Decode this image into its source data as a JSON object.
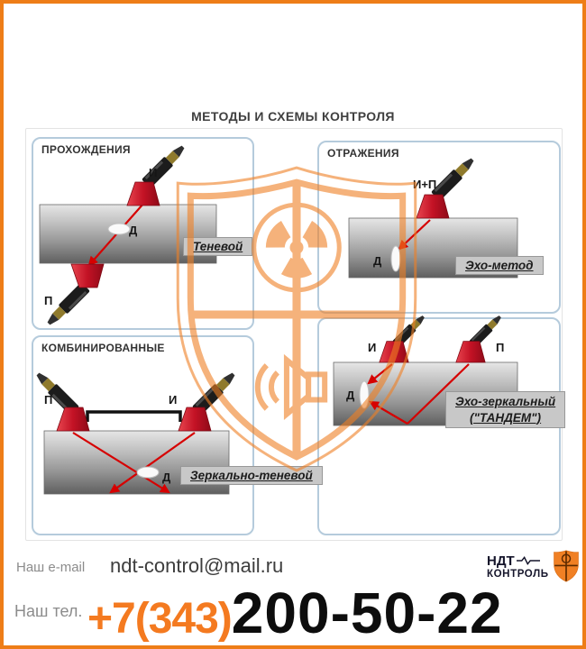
{
  "page": {
    "title": "МЕТОДЫ И СХЕМЫ КОНТРОЛЯ"
  },
  "panels": {
    "transmission": {
      "title": "ПРОХОЖДЕНИЯ",
      "method": "Теневой",
      "emitter": "И",
      "receiver": "П",
      "defect": "Д"
    },
    "reflection": {
      "title": "ОТРАЖЕНИЯ",
      "method": "Эхо-метод",
      "transducer": "И+П",
      "defect": "Д"
    },
    "combined": {
      "title": "КОМБИНИРОВАННЫЕ",
      "method": "Зеркально-теневой",
      "emitter": "И",
      "receiver": "П",
      "defect": "Д"
    },
    "tandem": {
      "method_line1": "Эхо-зеркальный",
      "method_line2": "(\"ТАНДЕМ\")",
      "emitter": "И",
      "receiver": "П",
      "defect": "Д"
    }
  },
  "footer": {
    "email_label": "Наш e-mail",
    "email": "ndt-control@mail.ru",
    "phone_label": "Наш тел.",
    "phone_area": "+7(343)",
    "phone_number": "200-50-22",
    "brand_line1": "НДТ",
    "brand_line2": "КОНТРОЛЬ"
  },
  "icons": {
    "watermark": "ndt-shield-watermark",
    "radiation": "radiation-trefoil-icon",
    "speaker": "ultrasound-speaker-icon",
    "brand_shield": "ndt-shield-logo-icon",
    "pulse": "ecg-pulse-icon"
  },
  "colors": {
    "border_orange": "#ee7d17",
    "accent_orange": "#f47a20",
    "beam_red": "#d60000",
    "wedge_red": "#c31225",
    "panel_border": "#b5cbdc",
    "label_bg": "#c8c8c8"
  }
}
